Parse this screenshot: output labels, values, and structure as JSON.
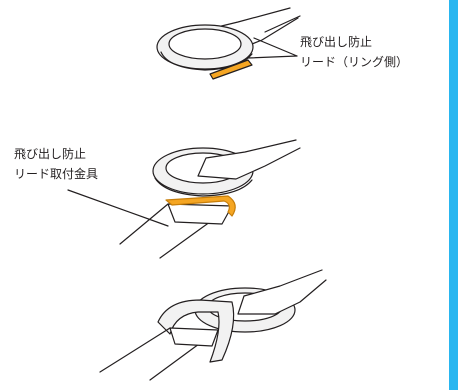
{
  "colors": {
    "accent_bar": "#29b6f0",
    "lead_highlight": "#f5a623",
    "ring": "#f2f2f2",
    "line": "#231f20"
  },
  "figures": [
    {
      "name": "ring-side-lead",
      "label_lines": [
        "飛び出し防止",
        "リード（リング側）"
      ]
    },
    {
      "name": "lead-fitting",
      "label_lines": [
        "飛び出し防止",
        "リード取付金具"
      ]
    },
    {
      "name": "attached",
      "label_lines": []
    }
  ]
}
